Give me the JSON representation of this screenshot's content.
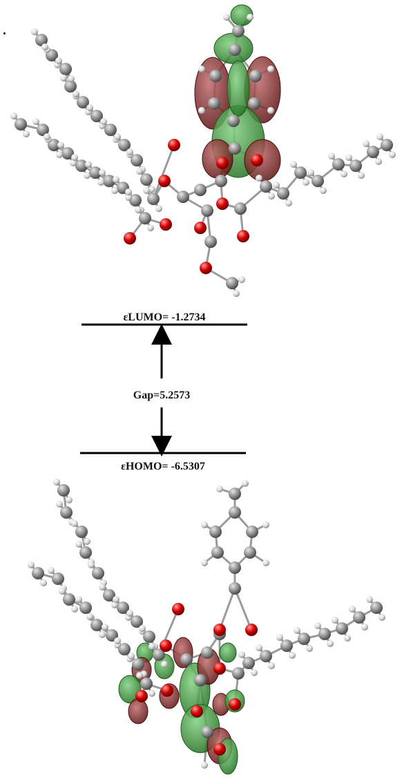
{
  "panel_mark": ".",
  "energy_diagram": {
    "lumo_label": "εLUMO= -1.2734",
    "gap_label": "Gap=5.2573",
    "homo_label": "εHOMO= -6.5307"
  },
  "colors": {
    "orbital_positive": "#2e8b2e",
    "orbital_negative": "#8b2020",
    "carbon_atom": "#8c8c8c",
    "hydrogen_atom": "#d9d9d9",
    "oxygen_atom": "#d40000",
    "bond": "#9a9a9a",
    "level_line": "#000000"
  }
}
